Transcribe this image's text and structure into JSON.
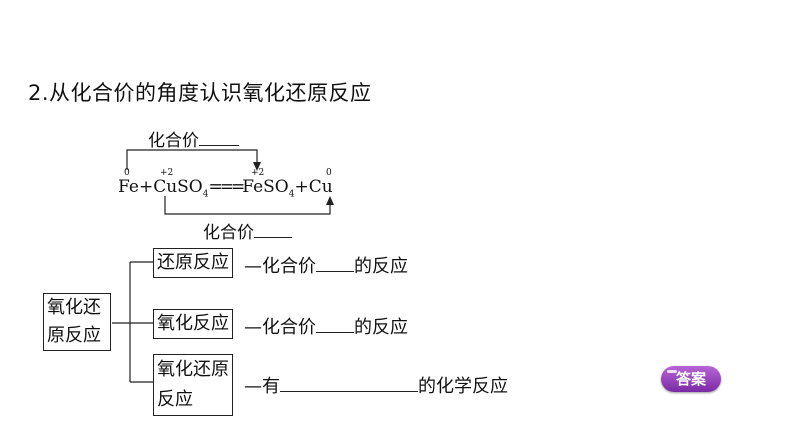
{
  "title": "2.从化合价的角度认识氧化还原反应",
  "equation": {
    "fe": "Fe",
    "plus1": "+",
    "cu1": "Cu",
    "so4a": "SO",
    "sub4a": "4",
    "eq": "===",
    "fe2": "Fe",
    "so4b": "SO",
    "sub4b": "4",
    "plus2": "+",
    "cu2": "Cu",
    "ox_fe": "0",
    "ox_cu1": "+2",
    "ox_fe2": "+2",
    "ox_cu2": "0"
  },
  "top_note": "化合价",
  "bottom_note": "化合价",
  "center_box_line1": "氧化还",
  "center_box_line2": "原反应",
  "rows": [
    {
      "box": "还原反应",
      "dash": "—",
      "text1": "化合价",
      "text2": "的反应"
    },
    {
      "box": "氧化反应",
      "dash": "—",
      "text1": "化合价",
      "text2": "的反应"
    },
    {
      "box_line1": "氧化还原",
      "box_line2": "反应",
      "dash": "—",
      "text1": "有",
      "text2": "的化学反应"
    }
  ],
  "answer_button": "答案",
  "colors": {
    "button_top": "#b764d6",
    "button_bottom": "#7a2aa3"
  }
}
